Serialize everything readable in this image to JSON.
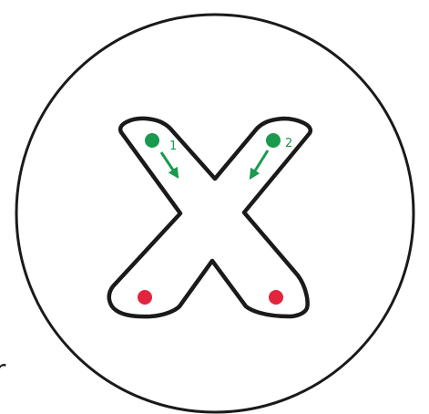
{
  "worksheet": {
    "letter": "X",
    "corner_fragment": "r",
    "colors": {
      "outline": "#1a1a1a",
      "start": "#1a9a4e",
      "end": "#e2243f",
      "background": "#ffffff"
    },
    "strokes": [
      {
        "number": "1",
        "start_icon": "green-start-dot",
        "arrow_icon": "green-arrow-icon",
        "end_icon": "red-end-dot"
      },
      {
        "number": "2",
        "start_icon": "green-start-dot",
        "arrow_icon": "green-arrow-icon",
        "end_icon": "red-end-dot"
      }
    ]
  }
}
